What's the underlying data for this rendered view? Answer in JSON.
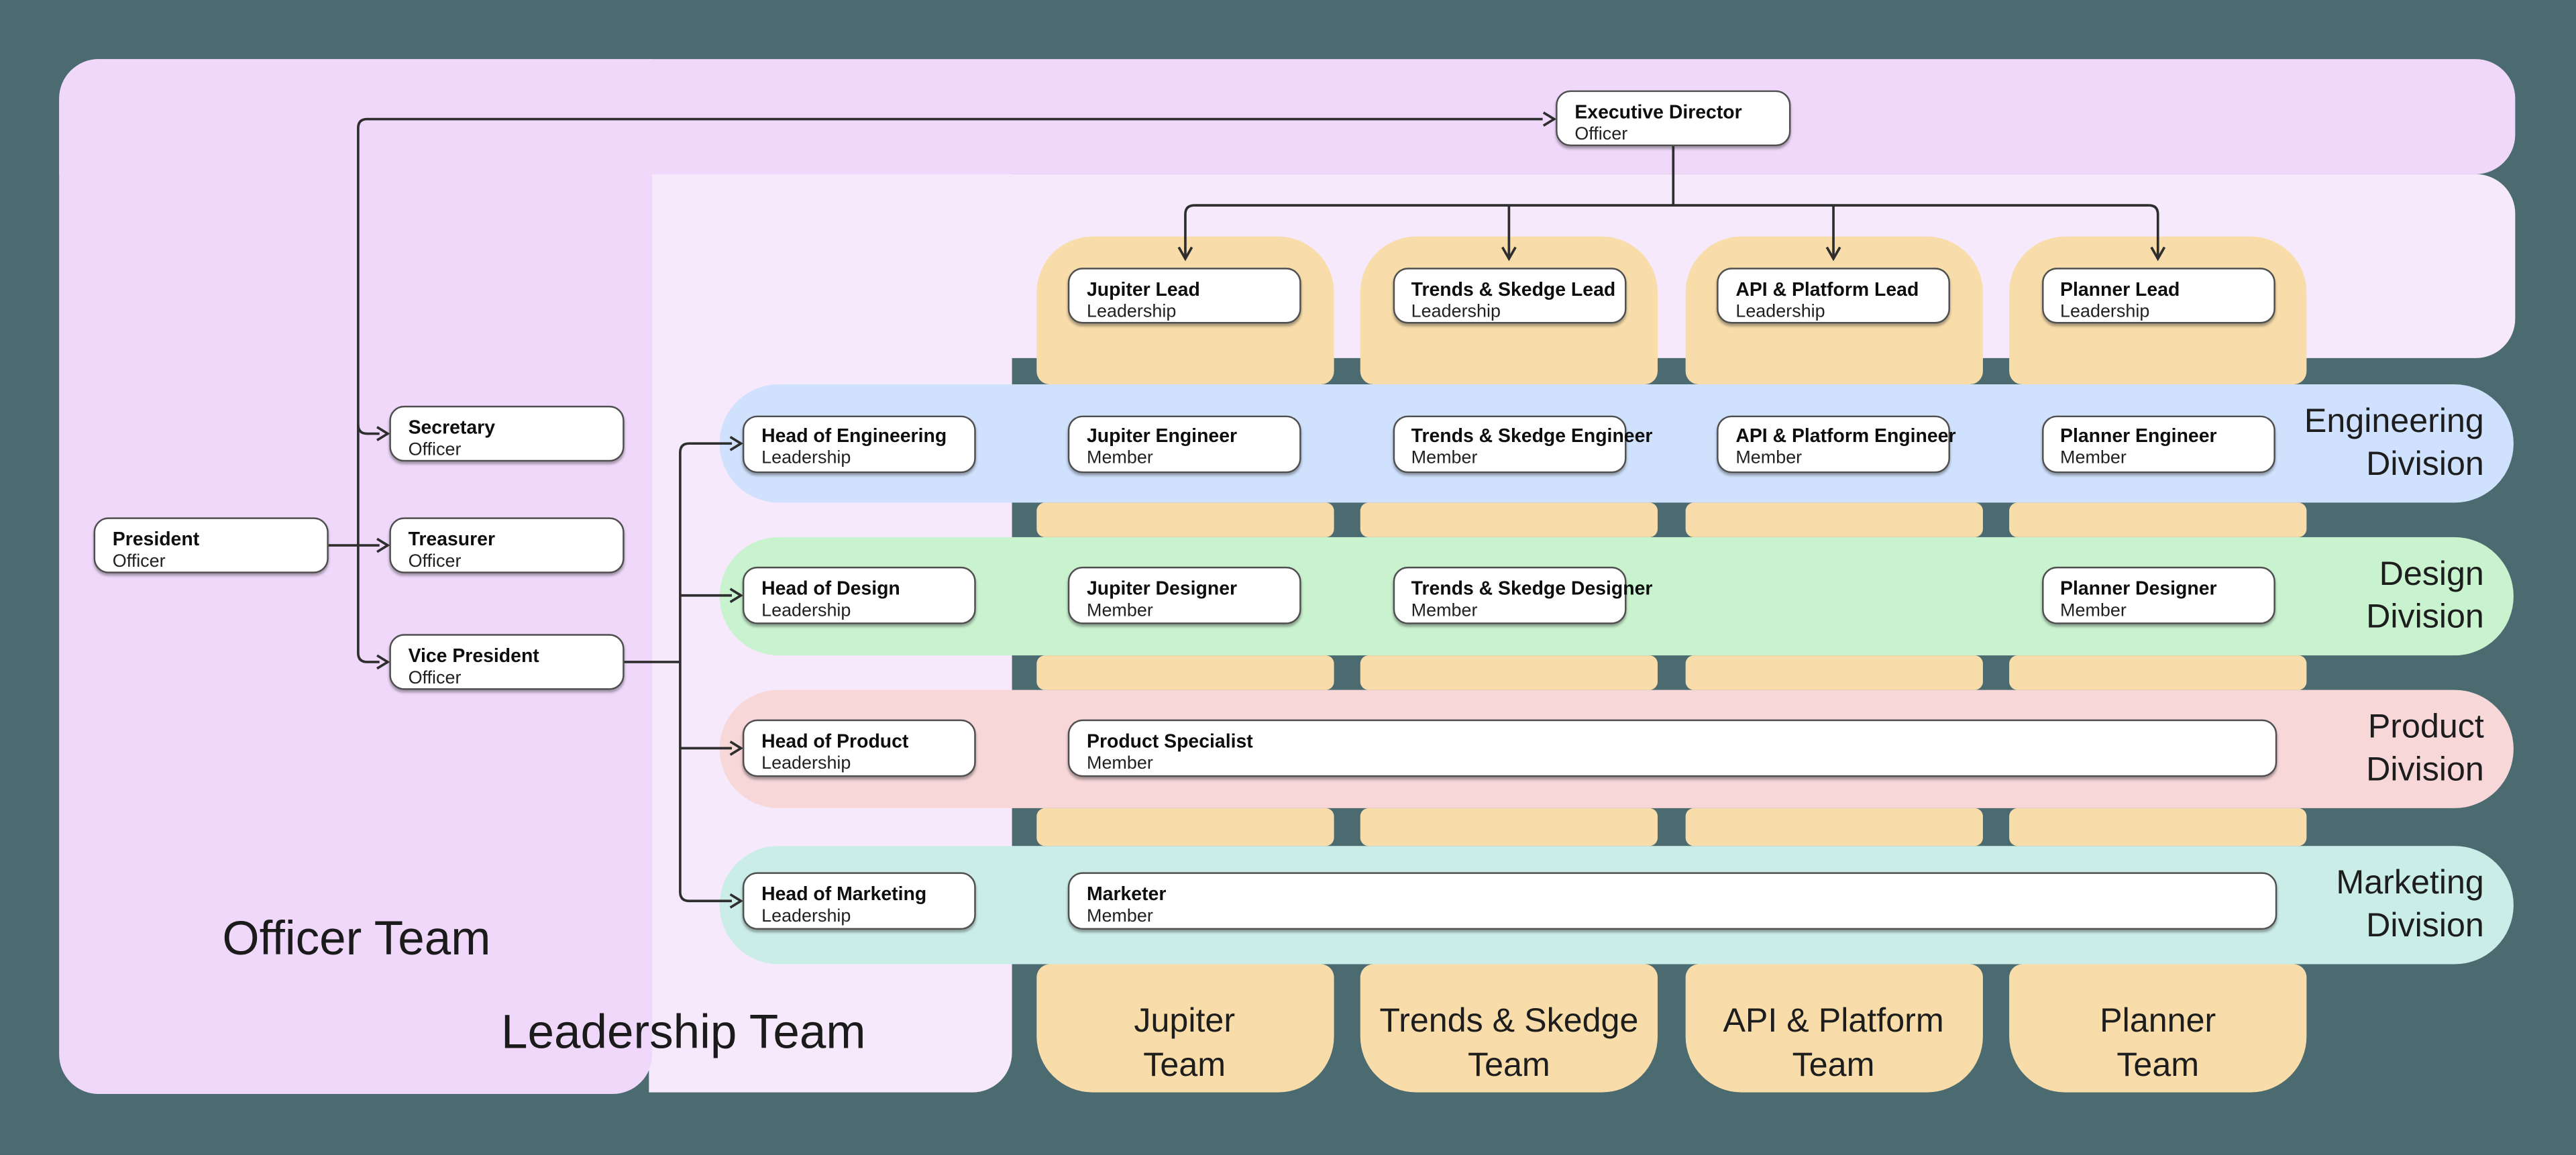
{
  "diagram_title": "Organization chart",
  "colors": {
    "background": "#4B6B71",
    "officer_team": "#EFD8FA",
    "leadership_team": "#F6E9FC",
    "team_column": "#F8DDAA",
    "engineering_band": "#CFE1FC",
    "design_band": "#C9F2CF",
    "product_band": "#F8D7D9",
    "marketing_band": "#CBEDE8",
    "node_fill": "#FFFFFF",
    "node_border": "#4F4F4F",
    "connector": "#2E2E2E"
  },
  "groups": {
    "officer": {
      "label": "Officer Team"
    },
    "leadership": {
      "label": "Leadership Team"
    }
  },
  "divisions": [
    {
      "id": "engineering",
      "line1": "Engineering",
      "line2": "Division"
    },
    {
      "id": "design",
      "line1": "Design",
      "line2": "Division"
    },
    {
      "id": "product",
      "line1": "Product",
      "line2": "Division"
    },
    {
      "id": "marketing",
      "line1": "Marketing",
      "line2": "Division"
    }
  ],
  "teams": [
    {
      "id": "jupiter",
      "line1": "Jupiter",
      "line2": "Team"
    },
    {
      "id": "trends_skedge",
      "line1": "Trends & Skedge",
      "line2": "Team"
    },
    {
      "id": "api_platform",
      "line1": "API & Platform",
      "line2": "Team"
    },
    {
      "id": "planner",
      "line1": "Planner",
      "line2": "Team"
    }
  ],
  "nodes": {
    "executive_director": {
      "title": "Executive Director",
      "role": "Officer"
    },
    "president": {
      "title": "President",
      "role": "Officer"
    },
    "secretary": {
      "title": "Secretary",
      "role": "Officer"
    },
    "treasurer": {
      "title": "Treasurer",
      "role": "Officer"
    },
    "vice_president": {
      "title": "Vice President",
      "role": "Officer"
    },
    "jupiter_lead": {
      "title": "Jupiter Lead",
      "role": "Leadership"
    },
    "trends_skedge_lead": {
      "title": "Trends & Skedge Lead",
      "role": "Leadership"
    },
    "api_platform_lead": {
      "title": "API & Platform Lead",
      "role": "Leadership"
    },
    "planner_lead": {
      "title": "Planner Lead",
      "role": "Leadership"
    },
    "head_of_engineering": {
      "title": "Head of Engineering",
      "role": "Leadership"
    },
    "jupiter_engineer": {
      "title": "Jupiter Engineer",
      "role": "Member"
    },
    "trends_skedge_engineer": {
      "title": "Trends & Skedge Engineer",
      "role": "Member"
    },
    "api_platform_engineer": {
      "title": "API & Platform Engineer",
      "role": "Member"
    },
    "planner_engineer": {
      "title": "Planner Engineer",
      "role": "Member"
    },
    "head_of_design": {
      "title": "Head of Design",
      "role": "Leadership"
    },
    "jupiter_designer": {
      "title": "Jupiter Designer",
      "role": "Member"
    },
    "trends_skedge_designer": {
      "title": "Trends & Skedge Designer",
      "role": "Member"
    },
    "planner_designer": {
      "title": "Planner Designer",
      "role": "Member"
    },
    "head_of_product": {
      "title": "Head of Product",
      "role": "Leadership"
    },
    "product_specialist": {
      "title": "Product Specialist",
      "role": "Member"
    },
    "head_of_marketing": {
      "title": "Head of Marketing",
      "role": "Leadership"
    },
    "marketer": {
      "title": "Marketer",
      "role": "Member"
    }
  },
  "edges": [
    {
      "from": "president",
      "to": "executive_director"
    },
    {
      "from": "president",
      "to": "secretary"
    },
    {
      "from": "president",
      "to": "treasurer"
    },
    {
      "from": "president",
      "to": "vice_president"
    },
    {
      "from": "executive_director",
      "to": "jupiter_lead"
    },
    {
      "from": "executive_director",
      "to": "trends_skedge_lead"
    },
    {
      "from": "executive_director",
      "to": "api_platform_lead"
    },
    {
      "from": "executive_director",
      "to": "planner_lead"
    },
    {
      "from": "vice_president",
      "to": "head_of_engineering"
    },
    {
      "from": "vice_president",
      "to": "head_of_design"
    },
    {
      "from": "vice_president",
      "to": "head_of_product"
    },
    {
      "from": "vice_president",
      "to": "head_of_marketing"
    }
  ]
}
